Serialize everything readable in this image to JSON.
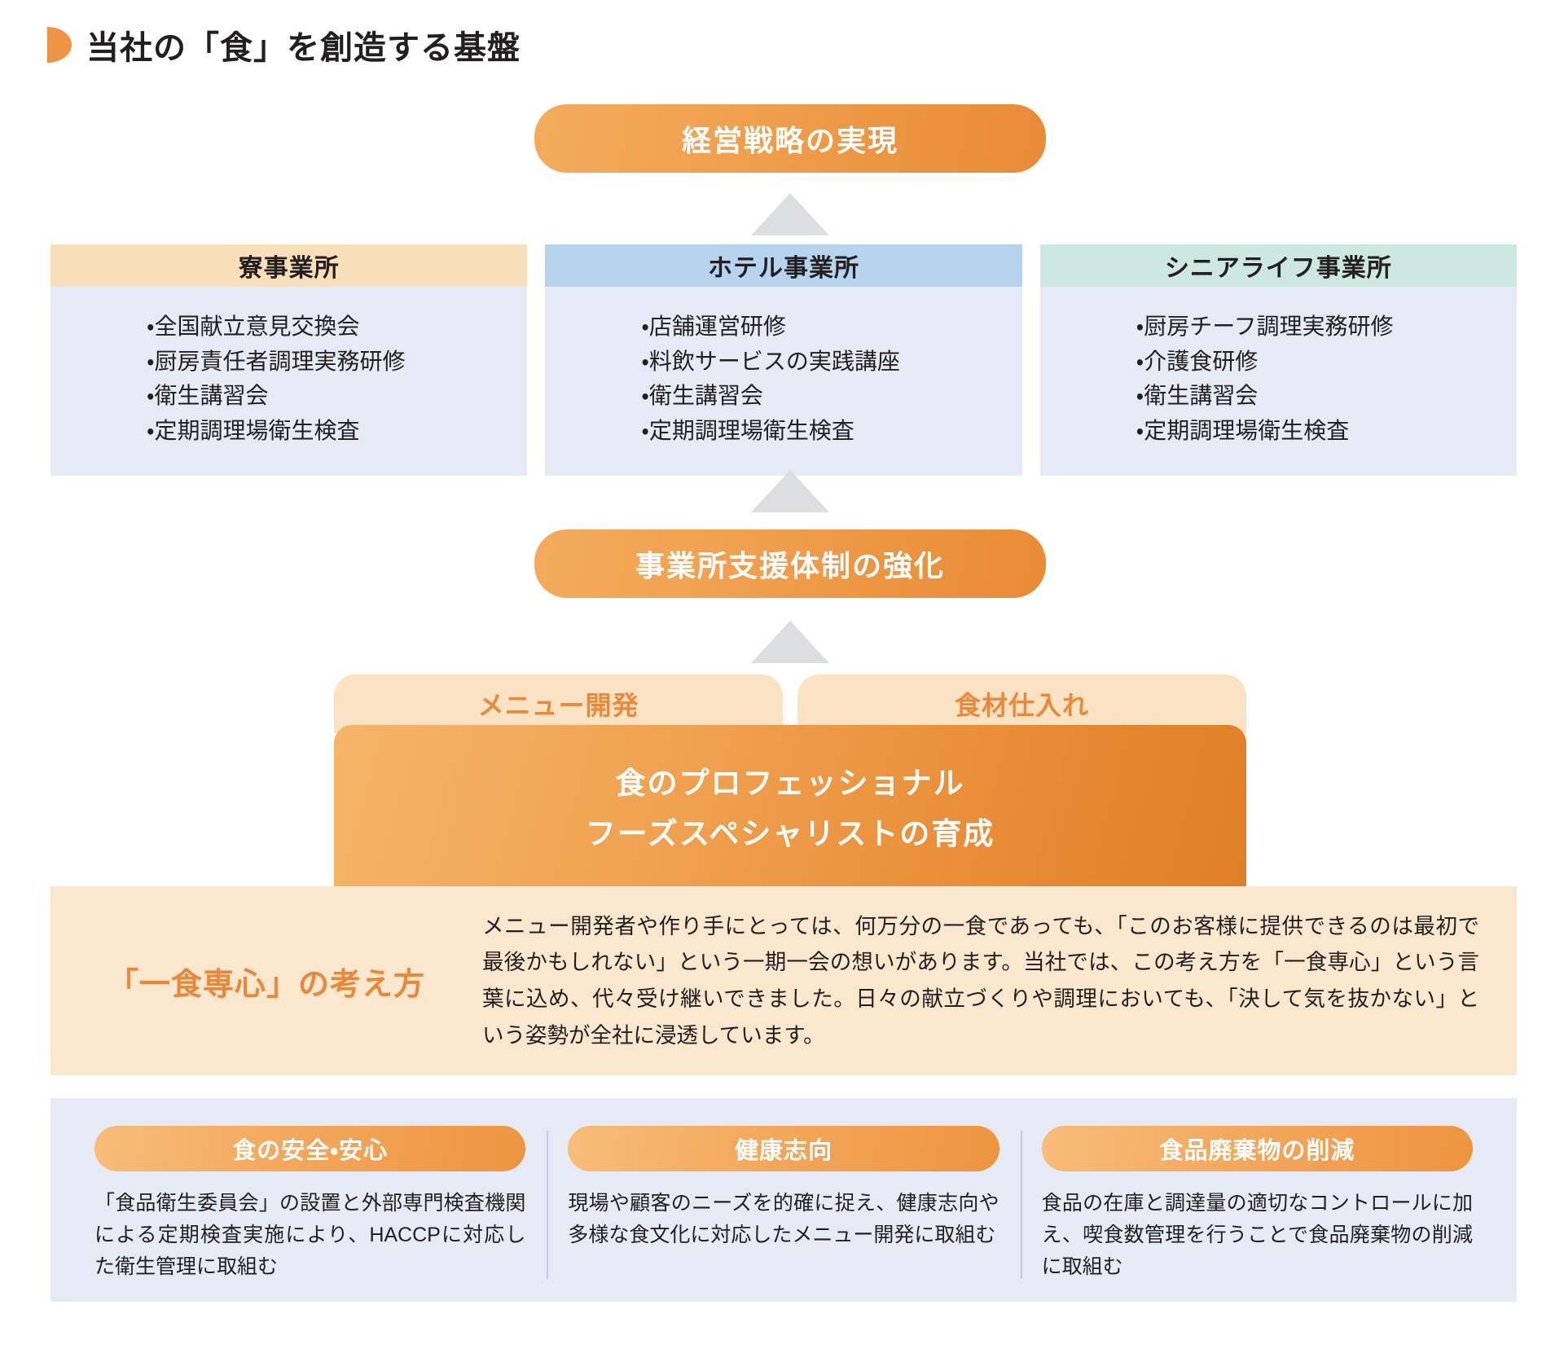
{
  "page": {
    "title": "当社の「食」を創造する基盤",
    "bullet_color": "#ee9442"
  },
  "top_goal": {
    "label": "経営戦略の実現"
  },
  "divisions": [
    {
      "name": "寮事業所",
      "header_color": "#f8dfb9",
      "items": [
        "全国献立意見交換会",
        "厨房責任者調理実務研修",
        "衛生講習会",
        "定期調理場衛生検査"
      ]
    },
    {
      "name": "ホテル事業所",
      "header_color": "#b7d4ee",
      "items": [
        "店舗運営研修",
        "料飲サービスの実践講座",
        "衛生講習会",
        "定期調理場衛生検査"
      ]
    },
    {
      "name": "シニアライフ事業所",
      "header_color": "#cde8e0",
      "items": [
        "厨房チーフ調理実務研修",
        "介護食研修",
        "衛生講習会",
        "定期調理場衛生検査"
      ]
    }
  ],
  "support": {
    "label": "事業所支援体制の強化"
  },
  "pyramid": {
    "tabs": [
      "メニュー開発",
      "食材仕入れ"
    ],
    "line1": "食のプロフェッショナル",
    "line2": "フーズスペシャリストの育成"
  },
  "philosophy": {
    "title": "「一食専心」の考え方",
    "body": "メニュー開発者や作り手にとっては、何万分の一食であっても、「このお客様に提供できるのは最初で最後かもしれない」という一期一会の想いがあります。当社では、この考え方を「一食専心」という言葉に込め、代々受け継いできました。日々の献立づくりや調理においても、「決して気を抜かない」という姿勢が全社に浸透しています。"
  },
  "initiatives": [
    {
      "title": "食の安全・安心",
      "text": "「食品衛生委員会」の設置と外部専門検査機関による定期検査実施により、HACCPに対応した衛生管理に取組む"
    },
    {
      "title": "健康志向",
      "text": "現場や顧客のニーズを的確に捉え、健康志向や多様な食文化に対応したメニュー開発に取組む"
    },
    {
      "title": "食品廃棄物の削減",
      "text": "食品の在庫と調達量の適切なコントロールに加え、喫食数管理を行うことで食品廃棄物の削減に取組む"
    }
  ],
  "colors": {
    "accent_orange": "#ee9442",
    "panel_blue": "#e6eaf5",
    "philosophy_bg": "#fbe7ce"
  }
}
